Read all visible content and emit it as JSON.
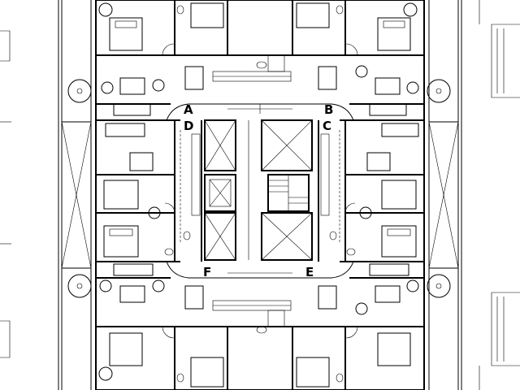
{
  "plan": {
    "unit_labels": {
      "A": "A",
      "B": "B",
      "C": "C",
      "D": "D",
      "E": "E",
      "F": "F"
    }
  },
  "colors": {
    "line": "#000000",
    "background": "#ffffff"
  }
}
